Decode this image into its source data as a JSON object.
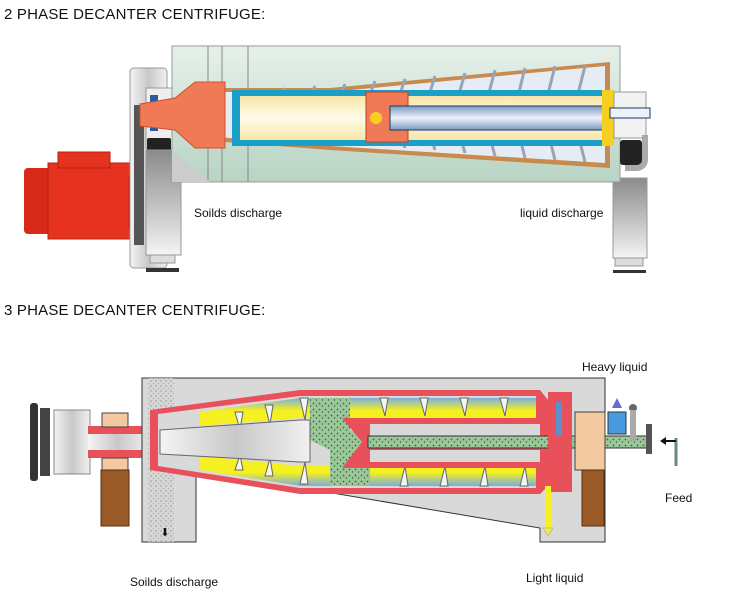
{
  "diagrams": [
    {
      "heading": "2 PHASE DECANTER CENTRIFUGE:",
      "labels": {
        "solids": "Soilds discharge",
        "liquid": "liquid discharge"
      }
    },
    {
      "heading": "3 PHASE DECANTER CENTRIFUGE:",
      "labels": {
        "heavy": "Heavy liquid",
        "feed": "Feed",
        "solids": "Soilds discharge",
        "light": "Light liquid"
      }
    }
  ],
  "colors": {
    "motor": "#e0301e",
    "casing": "#d8e8de",
    "bowl_wall": "#c98a4e",
    "hub": "#f07a55",
    "feed_tube": "#1a9fc9",
    "cream": "#fbf0c8",
    "gray_casing": "#d9d9d9",
    "red_part": "#e8505a",
    "yellow_liquid": "#f5f020",
    "blue_liquid": "#7aaee0",
    "green_solids": "#8fbf8a",
    "brown_support": "#9a5a28"
  }
}
